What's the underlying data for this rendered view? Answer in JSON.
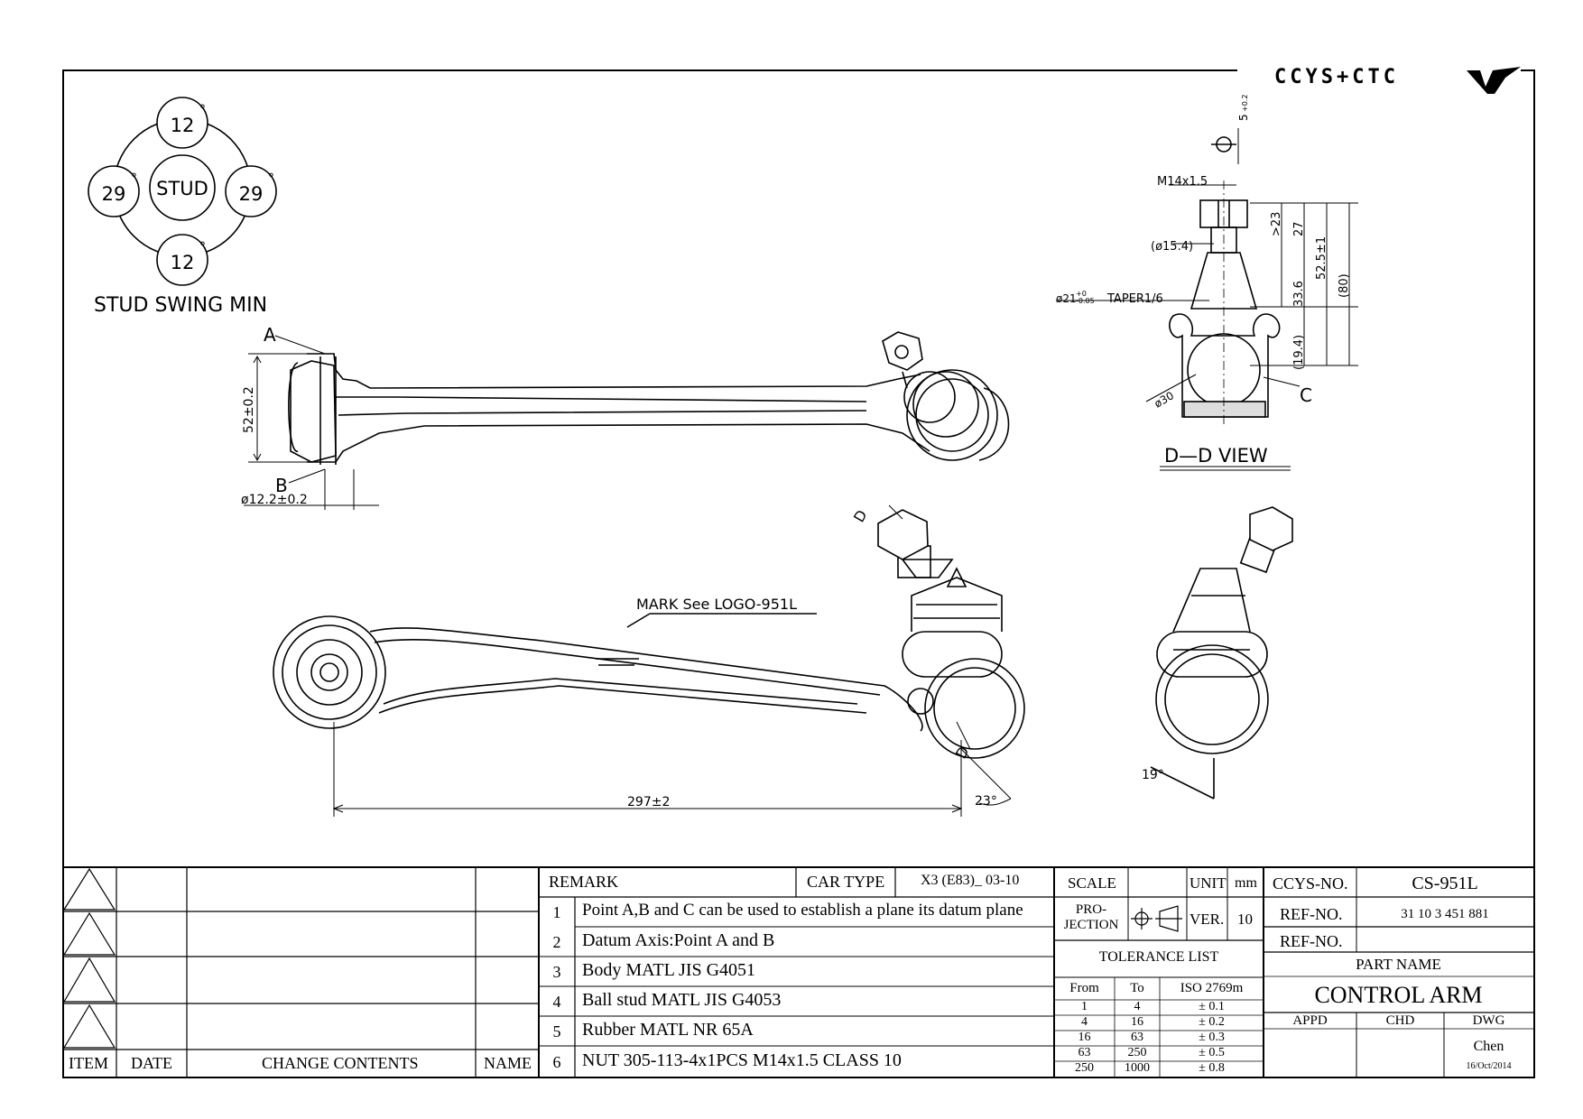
{
  "logo": {
    "text": "CCYS+CTC"
  },
  "stud_swing": {
    "center": "STUD",
    "top": "12",
    "bottom": "12",
    "left": "29",
    "right": "29",
    "degree": "°",
    "title": "STUD SWING MIN"
  },
  "dims": {
    "point_a": "A",
    "point_b": "B",
    "point_c": "C",
    "height_52": "52±0.2",
    "bore_dia": "ø12.2±0.2",
    "length_297": "297±2",
    "angle_23": "23°",
    "angle_19": "19°",
    "mark_note": "MARK See LOGO-951L",
    "section_d1": "D",
    "section_d2": "D",
    "thread": "M14x1.5",
    "d_15_4": "(ø15.4)",
    "taper": "ø21",
    "taper_tol_top": "+0",
    "taper_tol_bot": "-0.05",
    "taper_text": "TAPER1/6",
    "ball_dia": "ø30",
    "dim_5": "5",
    "dim_5_tol": "+0.2",
    "dim_23": ">23",
    "dim_27": "27",
    "dim_52_5": "52.5±1",
    "dim_80": "(80)",
    "dim_33_6": "33.6",
    "dim_19_4": "(19.4)",
    "view_title": "D—D  VIEW"
  },
  "revision_block": {
    "item_header": "ITEM",
    "date_header": "DATE",
    "change_header": "CHANGE CONTENTS",
    "name_header": "NAME"
  },
  "remarks": {
    "header": "REMARK",
    "car_type_label": "CAR TYPE",
    "car_type_value": "X3 (E83)_ 03-10",
    "items": [
      {
        "no": "1",
        "text": "Point A,B and C can be used to establish a plane its datum plane"
      },
      {
        "no": "2",
        "text": "Datum Axis:Point A and B"
      },
      {
        "no": "3",
        "text": "Body MATL JIS G4051"
      },
      {
        "no": "4",
        "text": "Ball stud MATL JIS G4053"
      },
      {
        "no": "5",
        "text": "Rubber MATL NR 65A"
      },
      {
        "no": "6",
        "text": "NUT 305-113-4x1PCS M14x1.5 CLASS 10"
      }
    ]
  },
  "specs": {
    "scale_label": "SCALE",
    "unit_label": "UNIT",
    "unit_value": "mm",
    "projection_label_1": "PRO-",
    "projection_label_2": "JECTION",
    "ver_label": "VER.",
    "ver_value": "10",
    "tolerance_title": "TOLERANCE LIST",
    "tol_headers": [
      "From",
      "To",
      "ISO 2769m"
    ],
    "tol_rows": [
      [
        "1",
        "4",
        "± 0.1"
      ],
      [
        "4",
        "16",
        "± 0.2"
      ],
      [
        "16",
        "63",
        "± 0.3"
      ],
      [
        "63",
        "250",
        "± 0.5"
      ],
      [
        "250",
        "1000",
        "± 0.8"
      ]
    ]
  },
  "title_block": {
    "ccys_no_label": "CCYS-NO.",
    "ccys_no_value": "CS-951L",
    "ref_no_label": "REF-NO.",
    "ref_no_value": "31 10 3 451 881",
    "ref_no_label_2": "REF-NO.",
    "ref_no_value_2": "",
    "part_name_label": "PART NAME",
    "part_name_value": "CONTROL ARM",
    "appd": "APPD",
    "chd": "CHD",
    "dwg": "DWG",
    "drawn_by": "Chen",
    "date": "16/Oct/2014"
  }
}
